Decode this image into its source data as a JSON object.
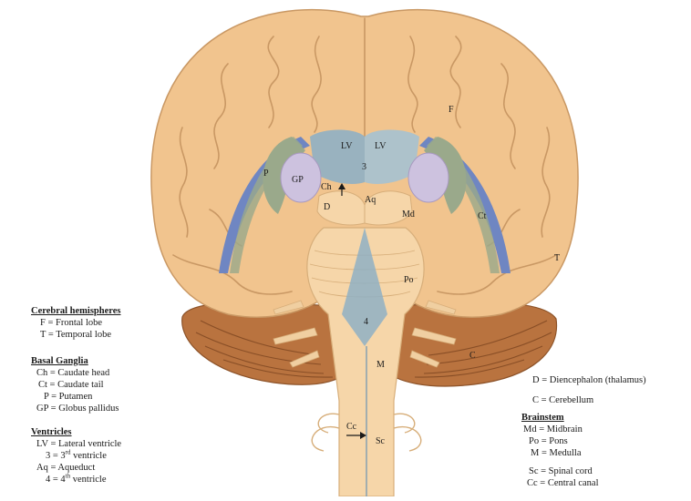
{
  "labels": {
    "F": "F",
    "T": "T",
    "LV_left": "LV",
    "LV_right": "LV",
    "third": "3",
    "P": "P",
    "GP": "GP",
    "Ch": "Ch",
    "Aq": "Aq",
    "D": "D",
    "Md": "Md",
    "Ct": "Ct",
    "Po": "Po",
    "fourth": "4",
    "C": "C",
    "M": "M",
    "Cc": "Cc",
    "Sc": "Sc"
  },
  "legend": {
    "cerebral": {
      "heading": "Cerebral hemispheres",
      "items": [
        "F = Frontal lobe",
        "T = Temporal lobe"
      ]
    },
    "basal": {
      "heading": "Basal Ganglia",
      "items": [
        "Ch = Caudate head",
        "Ct = Caudate tail",
        "P = Putamen",
        "GP = Globus pallidus"
      ]
    },
    "ventricles": {
      "heading": "Ventricles",
      "items": [
        "LV = Lateral ventricle"
      ],
      "third_prefix": "3 = 3",
      "third_sup": "rd",
      "third_suffix": " ventricle",
      "aq": "Aq = Aqueduct",
      "fourth_prefix": "4 = 4",
      "fourth_sup": "th",
      "fourth_suffix": " ventricle"
    },
    "diencephalon": "D = Diencephalon (thalamus)",
    "cerebellum": "C = Cerebellum",
    "brainstem": {
      "heading": "Brainstem",
      "items": [
        "Md = Midbrain",
        "Po = Pons",
        "M = Medulla"
      ]
    },
    "spinal": [
      "Sc = Spinal cord",
      "Cc = Central canal"
    ]
  },
  "colors": {
    "cortex": "#f1c48e",
    "cortex_fold": "#c99864",
    "cerebellum": "#b9733f",
    "brainstem": "#f6d6a9",
    "ventricle": "#8fb0c4",
    "caudate": "#9aa98b",
    "globus": "#cdc2df",
    "putamen_blue": "#6f86c2"
  }
}
